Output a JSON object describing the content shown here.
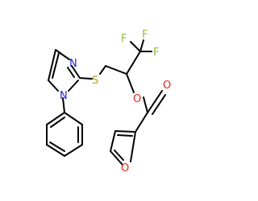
{
  "molecule": {
    "atoms": {
      "f_top_left": "F",
      "f_top_right": "F",
      "f_right": "F",
      "s": "S",
      "n_imidazole_top": "N",
      "n_imidazole_bottom": "N",
      "o_carbonyl": "O",
      "o_ester": "O",
      "o_furan": "O"
    },
    "colors": {
      "bond": "#000000",
      "fluorine": "#8fbf3f",
      "sulfur": "#b8a01a",
      "nitrogen": "#2323d0",
      "oxygen": "#e8231a"
    }
  }
}
